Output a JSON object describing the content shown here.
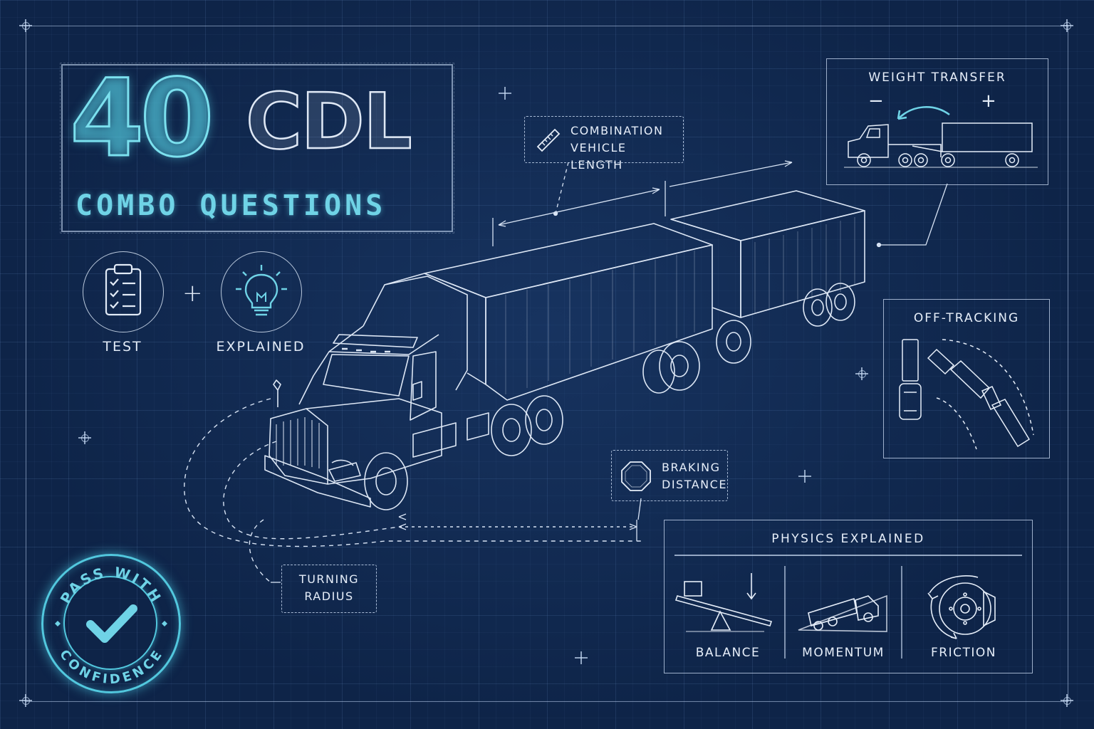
{
  "title": {
    "number": "40",
    "word": "CDL",
    "subtitle": "COMBO QUESTIONS"
  },
  "features": [
    {
      "label": "TEST",
      "icon": "clipboard-checklist-icon"
    },
    {
      "label": "EXPLAINED",
      "icon": "lightbulb-icon"
    }
  ],
  "callouts": {
    "combination_length": [
      "COMBINATION",
      "VEHICLE LENGTH"
    ],
    "braking_distance": [
      "BRAKING",
      "DISTANCE"
    ],
    "turning_radius": [
      "TURNING",
      "RADIUS"
    ]
  },
  "weight_transfer": {
    "title": "WEIGHT TRANSFER",
    "minus": "−",
    "plus": "+"
  },
  "off_tracking": {
    "title": "OFF-TRACKING"
  },
  "physics": {
    "title": "PHYSICS EXPLAINED",
    "items": [
      {
        "label": "BALANCE",
        "icon": "seesaw-icon"
      },
      {
        "label": "MOMENTUM",
        "icon": "truck-on-slope-icon"
      },
      {
        "label": "FRICTION",
        "icon": "brake-disc-icon"
      }
    ]
  },
  "stamp": {
    "top": "PASS WITH",
    "bottom": "CONFIDENCE"
  },
  "colors": {
    "background": "#0e2448",
    "accent": "#6fd3e6",
    "line": "#dfe8f5"
  }
}
